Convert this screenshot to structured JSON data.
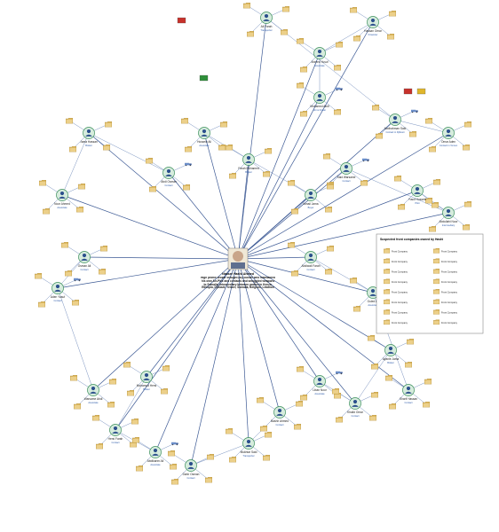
{
  "colors": {
    "edge": "#6a86b8",
    "person_ring": "#3a8e5a",
    "folder": "#d8b35a",
    "flag_red": "#c7312b",
    "flag_green": "#2f8f3a",
    "truck": "#6b8ec9"
  },
  "hub": {
    "label": "Nasser Hashi Ahmed",
    "details": "High profile broker brought (to) cluster who maintained his own Air-Plex and contacts and smuggled weapons to Somalia. Intermediary between parties in Kenya, Ethiopia, Djibouti, Yemen, Somalia, Belgium, Lebanon"
  },
  "legend": {
    "title": "Suspected front companies owned by Hashi",
    "items": [
      "Front Company",
      "Front Company",
      "Front Company",
      "Front Company",
      "Front Company",
      "Front Company",
      "Front Company",
      "Front Company",
      "Front Company",
      "Front Company",
      "Front Company",
      "Front Company",
      "Front Company",
      "Front Company",
      "Front Company",
      "Front Company"
    ]
  },
  "nodes": [
    {
      "id": "n1",
      "type": "person",
      "label": "Mohamed Abdi",
      "note": "Arms broker"
    },
    {
      "id": "n2",
      "type": "person",
      "label": "Ahmed Yusuf",
      "note": "Associate"
    },
    {
      "id": "n3",
      "type": "person",
      "label": "Hassan Omar",
      "note": "Financier"
    },
    {
      "id": "n4",
      "type": "person",
      "label": "Ali Farah",
      "note": "Transporter"
    },
    {
      "id": "n5",
      "type": "person",
      "label": "Abdirahman Said",
      "note": "Contact in Djibouti"
    },
    {
      "id": "n6",
      "type": "person",
      "label": "Omar Aden",
      "note": "Contact in Yemen"
    },
    {
      "id": "n7",
      "type": "person",
      "label": "Yusuf Hussein",
      "note": "Pilot"
    },
    {
      "id": "n8",
      "type": "person",
      "label": "Abdullahi Noor",
      "note": "Intermediary"
    },
    {
      "id": "n9",
      "type": "person",
      "label": "Said Warsame",
      "note": "Contact"
    },
    {
      "id": "n10",
      "type": "person",
      "label": "Ismail Jama",
      "note": "Buyer"
    },
    {
      "id": "n11",
      "type": "person",
      "label": "Farah Mohamed",
      "note": "Broker"
    },
    {
      "id": "n12",
      "type": "person",
      "label": "Hussein Ali",
      "note": "Associate"
    },
    {
      "id": "n13",
      "type": "person",
      "label": "Abdi Osman",
      "note": "Contact"
    },
    {
      "id": "n14",
      "type": "person",
      "label": "Jama Hassan",
      "note": "Broker"
    },
    {
      "id": "n15",
      "type": "person",
      "label": "Noor Ahmed",
      "note": "Associate"
    },
    {
      "id": "n16",
      "type": "person",
      "label": "Osman Ali",
      "note": "Contact"
    },
    {
      "id": "n17",
      "type": "person",
      "label": "Aden Yusuf",
      "note": "Contact"
    },
    {
      "id": "n18",
      "type": "person",
      "label": "Warsame Abdi",
      "note": "Associate"
    },
    {
      "id": "n19",
      "type": "person",
      "label": "Mohamud Hersi",
      "note": "Broker"
    },
    {
      "id": "n20",
      "type": "person",
      "label": "Hersi Farah",
      "note": "Contact"
    },
    {
      "id": "n21",
      "type": "person",
      "label": "Abdikarim Ali",
      "note": "Associate"
    },
    {
      "id": "n22",
      "type": "person",
      "label": "Dahir Osman",
      "note": "Contact"
    },
    {
      "id": "n23",
      "type": "person",
      "label": "Mukhtar Said",
      "note": "Transporter"
    },
    {
      "id": "n24",
      "type": "person",
      "label": "Bashir Ahmed",
      "note": "Contact"
    },
    {
      "id": "n25",
      "type": "person",
      "label": "Liban Noor",
      "note": "Associate"
    },
    {
      "id": "n26",
      "type": "person",
      "label": "Khalid Omar",
      "note": "Contact"
    },
    {
      "id": "n27",
      "type": "person",
      "label": "Ayanle Jama",
      "note": "Broker"
    },
    {
      "id": "n28",
      "type": "person",
      "label": "Sharif Hassan",
      "note": "Contact"
    },
    {
      "id": "n29",
      "type": "person",
      "label": "Guled Ali",
      "note": "Associate"
    },
    {
      "id": "n30",
      "type": "person",
      "label": "Abdiwali Farah",
      "note": "Contact"
    }
  ]
}
